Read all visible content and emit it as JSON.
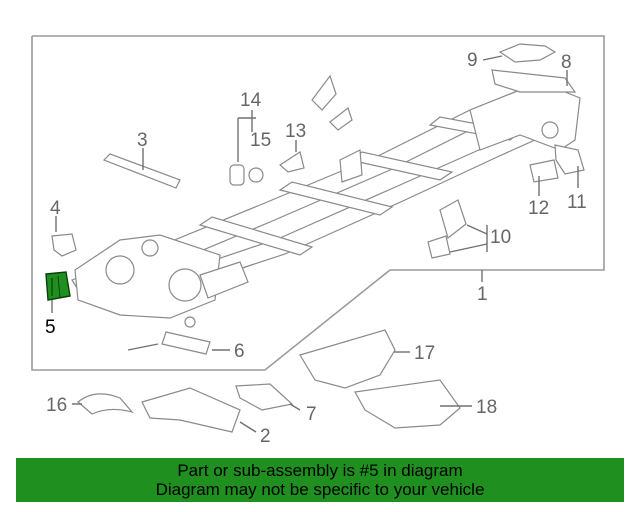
{
  "diagram": {
    "callouts": [
      {
        "id": "c1",
        "text": "1"
      },
      {
        "id": "c2",
        "text": "2"
      },
      {
        "id": "c3",
        "text": "3"
      },
      {
        "id": "c4",
        "text": "4"
      },
      {
        "id": "c5",
        "text": "5"
      },
      {
        "id": "c6",
        "text": "6"
      },
      {
        "id": "c7",
        "text": "7"
      },
      {
        "id": "c8",
        "text": "8"
      },
      {
        "id": "c9",
        "text": "9"
      },
      {
        "id": "c10",
        "text": "10"
      },
      {
        "id": "c11",
        "text": "11"
      },
      {
        "id": "c12",
        "text": "12"
      },
      {
        "id": "c13",
        "text": "13"
      },
      {
        "id": "c14",
        "text": "14"
      },
      {
        "id": "c15",
        "text": "15"
      },
      {
        "id": "c16",
        "text": "16"
      },
      {
        "id": "c17",
        "text": "17"
      },
      {
        "id": "c18",
        "text": "18"
      }
    ],
    "highlighted_part": "5",
    "highlight_color": "#1f8f1f",
    "line_color": "#8a8a8a"
  },
  "banner": {
    "line1": "Part or sub-assembly is #5 in diagram",
    "line2": "Diagram may not be specific to your vehicle",
    "color": "#1f8f1f"
  }
}
